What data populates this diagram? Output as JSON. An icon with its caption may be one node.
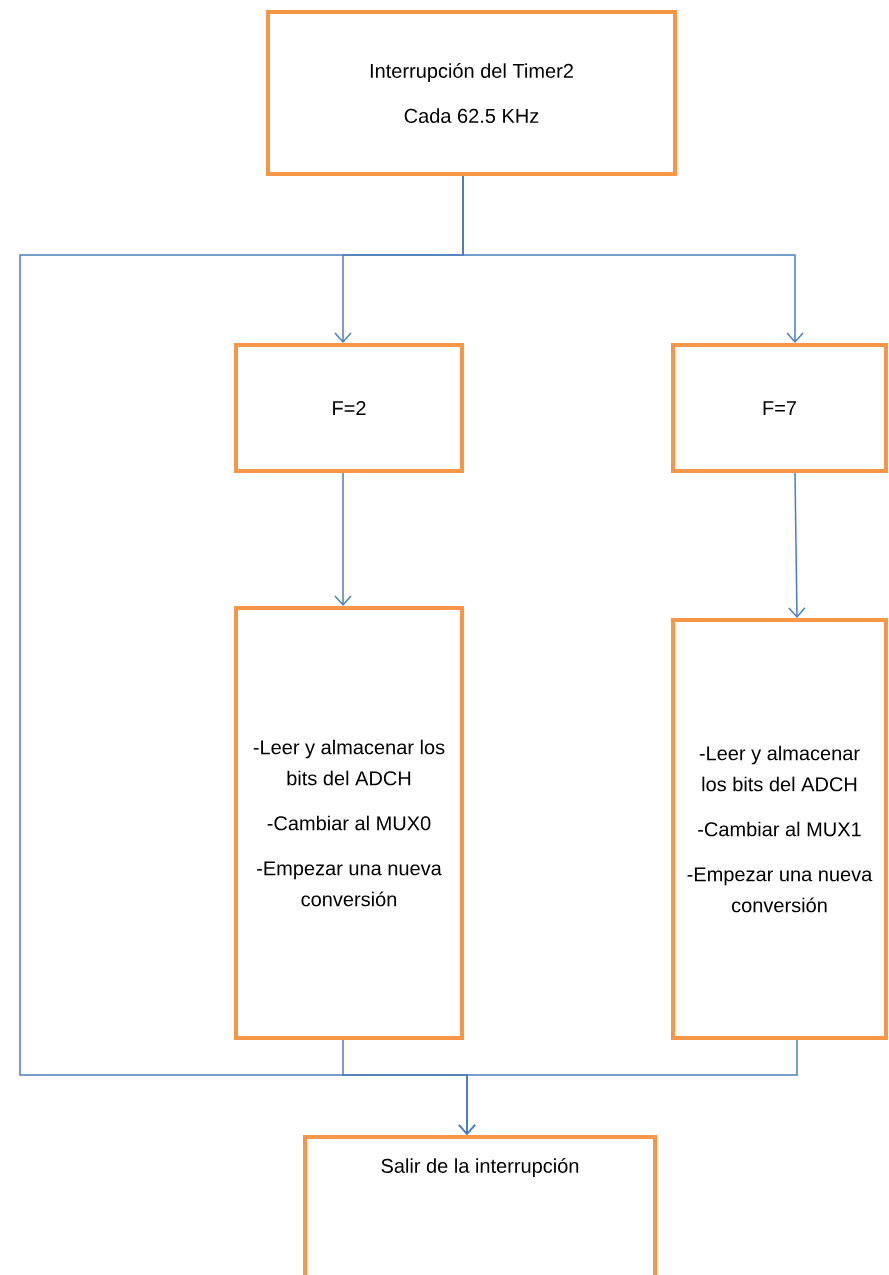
{
  "diagram": {
    "nodes": [
      {
        "text": [
          "Interrupción del Timer2",
          "Cada 62.5 KHz"
        ]
      },
      {
        "text": [
          "F=2"
        ]
      },
      {
        "text": [
          "F=7"
        ]
      },
      {
        "text": [
          "-Leer y almacenar los bits del ADCH",
          "-Cambiar al MUX0",
          "-Empezar una nueva conversión"
        ]
      },
      {
        "text": [
          "-Leer y almacenar los bits del ADCH",
          "-Cambiar al MUX1",
          "-Empezar una nueva conversión"
        ]
      },
      {
        "text": [
          "Salir de la interrupción"
        ]
      }
    ],
    "edges": [
      {
        "from": 0,
        "to": 1,
        "arrow": "to"
      },
      {
        "from": 0,
        "to": 2,
        "arrow": "to"
      },
      {
        "from": 0,
        "to": 5,
        "arrow": "to"
      },
      {
        "from": 1,
        "to": 3,
        "arrow": "to"
      },
      {
        "from": 2,
        "to": 4,
        "arrow": "to"
      },
      {
        "from": 3,
        "to": 5,
        "arrow": "to"
      },
      {
        "from": 4,
        "to": 5,
        "arrow": "to"
      }
    ]
  }
}
